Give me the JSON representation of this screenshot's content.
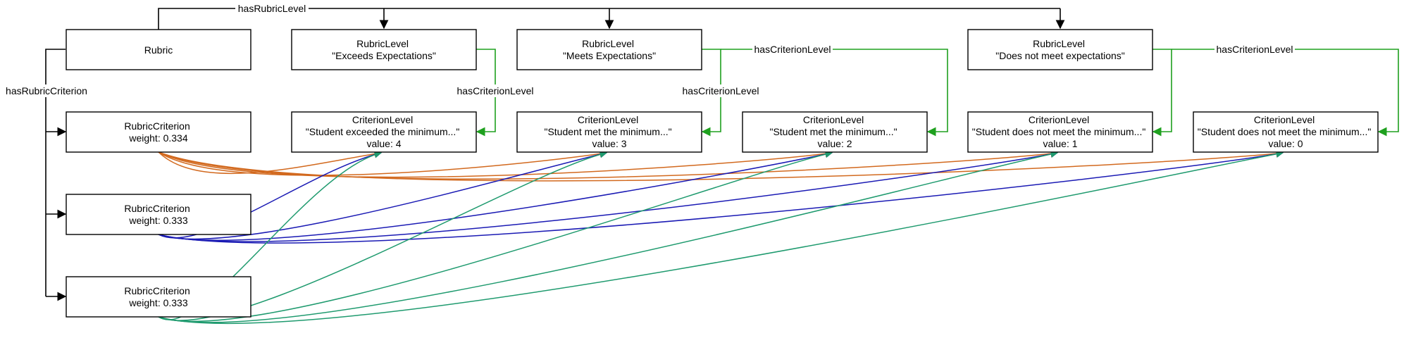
{
  "colors": {
    "black": "#000000",
    "green": "#1ea01e",
    "orange": "#d2691e",
    "blue": "#1a1ab4",
    "teal": "#1e9a6e"
  },
  "nodes": {
    "rubric": {
      "lines": [
        "Rubric"
      ]
    },
    "level_exceeds": {
      "lines": [
        "RubricLevel",
        "\"Exceeds Expectations\""
      ]
    },
    "level_meets": {
      "lines": [
        "RubricLevel",
        "\"Meets Expectations\""
      ]
    },
    "level_not_meet": {
      "lines": [
        "RubricLevel",
        "\"Does not meet expectations\""
      ]
    },
    "criterion_1": {
      "lines": [
        "RubricCriterion",
        "weight: 0.334"
      ]
    },
    "criterion_2": {
      "lines": [
        "RubricCriterion",
        "weight: 0.333"
      ]
    },
    "criterion_3": {
      "lines": [
        "RubricCriterion",
        "weight: 0.333"
      ]
    },
    "clevel_4": {
      "lines": [
        "CriterionLevel",
        "\"Student exceeded the minimum...\"",
        "value: 4"
      ]
    },
    "clevel_3": {
      "lines": [
        "CriterionLevel",
        "\"Student met the minimum...\"",
        "value: 3"
      ]
    },
    "clevel_2": {
      "lines": [
        "CriterionLevel",
        "\"Student met the minimum...\"",
        "value: 2"
      ]
    },
    "clevel_1": {
      "lines": [
        "CriterionLevel",
        "\"Student does not meet the minimum...\"",
        "value: 1"
      ]
    },
    "clevel_0": {
      "lines": [
        "CriterionLevel",
        "\"Student does not meet the minimum...\"",
        "value: 0"
      ]
    }
  },
  "edge_labels": {
    "has_rubric_level": "hasRubricLevel",
    "has_rubric_criterion": "hasRubricCriterion",
    "has_criterion_level_1": "hasCriterionLevel",
    "has_criterion_level_2": "hasCriterionLevel",
    "has_criterion_level_3": "hasCriterionLevel",
    "has_criterion_level_4": "hasCriterionLevel"
  }
}
